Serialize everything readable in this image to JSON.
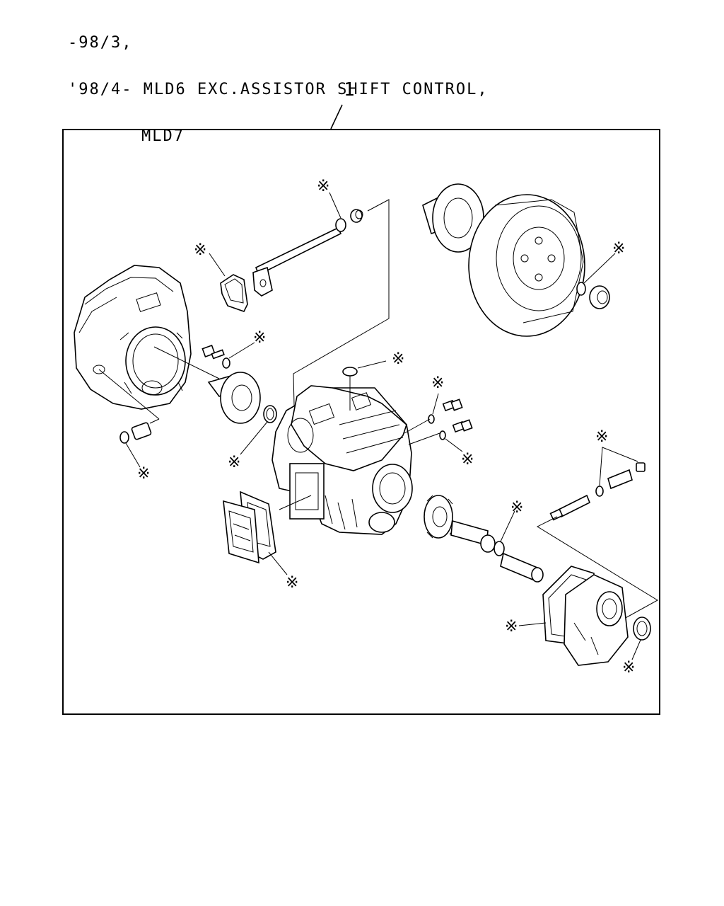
{
  "header": {
    "line1": "-98/3,",
    "line2": "'98/4- MLD6 EXC.ASSISTOR SHIFT CONTROL,",
    "line3": "MLD7"
  },
  "callout": {
    "number": "1"
  },
  "marker_symbol": "※"
}
